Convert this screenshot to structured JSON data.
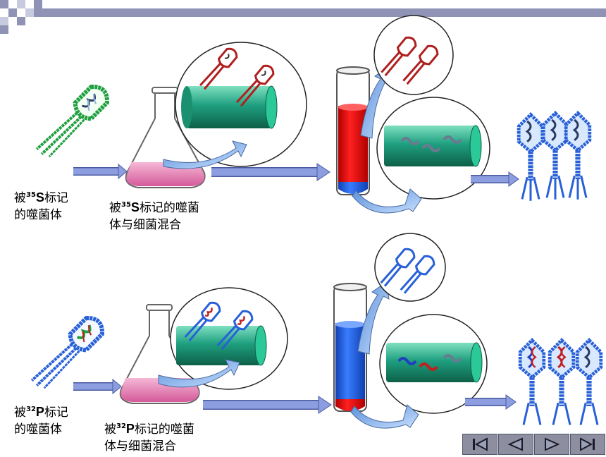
{
  "top_row": {
    "phage_label_prefix": "被",
    "phage_label_sup": "35",
    "phage_label_element": "S",
    "phage_label_suffix": "标记",
    "phage_label_line2": "的噬菌体",
    "mix_label_prefix": "被",
    "mix_label_sup": "35",
    "mix_label_element": "S",
    "mix_label_suffix": "标记的噬菌",
    "mix_label_line2": "体与细菌混合"
  },
  "bottom_row": {
    "phage_label_prefix": "被",
    "phage_label_sup": "32",
    "phage_label_element": "P",
    "phage_label_suffix": "标记",
    "phage_label_line2": "的噬菌体",
    "mix_label_prefix": "被",
    "mix_label_sup": "32",
    "mix_label_element": "P",
    "mix_label_suffix": "标记的噬菌",
    "mix_label_line2": "体与细菌混合"
  },
  "colors": {
    "header_band": "#8f93b5",
    "bacterium": "#1fa080",
    "supernatant_top": "#e81818",
    "supernatant_bottom": "#1860e0",
    "arrow": "#8c9ee0",
    "phage_red": "#b02020",
    "phage_blue": "#2860d8",
    "phage_green": "#20a040"
  },
  "nav": {
    "buttons": [
      "first-slide",
      "previous-slide",
      "next-slide",
      "last-slide"
    ]
  }
}
